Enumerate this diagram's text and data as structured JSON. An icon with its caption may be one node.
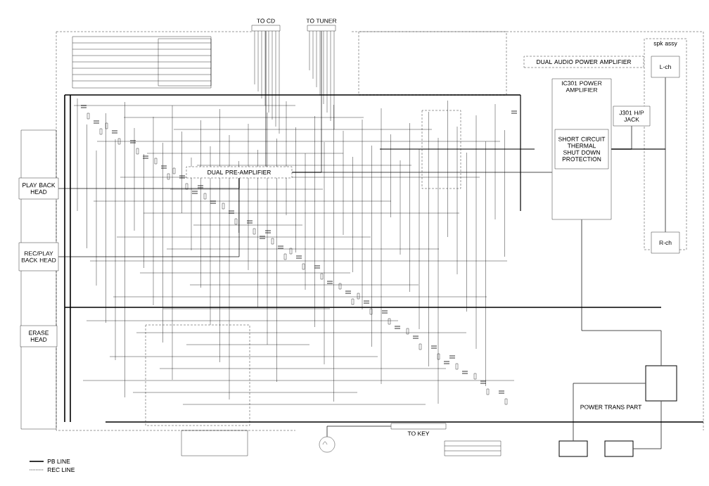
{
  "diagram": {
    "nodes": [
      {
        "text": [],
        "shape": "bar",
        "beside": [
          "TO CD"
        ]
      },
      {
        "text": [],
        "shape": "bar",
        "beside": [
          "TO TUNER"
        ]
      },
      {
        "text": [
          "DUAL PRE-AMPLIFIER"
        ]
      },
      {
        "text": [
          "DUAL AUDIO POWER AMPLIFIER"
        ]
      },
      {
        "text": [
          "IC301 POWER AMPLIFIER"
        ]
      },
      {
        "text": [
          "SHORT CIRCUIT THERMAL SHUT DOWN PROTECTION"
        ],
        "in": 4
      },
      {
        "text": [
          "spk assy"
        ]
      },
      {
        "text": [
          "L-ch"
        ],
        "in": 6
      },
      {
        "text": [
          "R-ch"
        ],
        "in": 6
      },
      {
        "text": [
          "J301 H/P JACK"
        ]
      },
      {
        "text": [
          "PLAY BACK HEAD"
        ]
      },
      {
        "text": [
          "REC/PLAY BACK HEAD"
        ]
      },
      {
        "text": [
          "ERASE HEAD"
        ]
      },
      {
        "text": [],
        "shape": "box",
        "beside": [
          "POWER TRANS PART"
        ]
      },
      {
        "text": [],
        "shape": "circle"
      },
      {
        "text": [],
        "shape": "bar",
        "beside": [
          "TO KEY"
        ]
      },
      {
        "text": [],
        "shape": "box"
      },
      {
        "text": [],
        "shape": "box"
      }
    ],
    "edges": [
      {
        "from": 0,
        "to": 2,
        "arrow": "none"
      },
      {
        "from": 1,
        "to": 2,
        "arrow": "none"
      },
      {
        "from": 2,
        "to": 4,
        "arrow": "none"
      },
      {
        "from": 4,
        "to": 9,
        "arrow": "none"
      },
      {
        "from": 4,
        "to": 7,
        "arrow": "none"
      },
      {
        "from": 4,
        "to": 8,
        "arrow": "none"
      },
      {
        "from": 10,
        "to": 2,
        "arrow": "none"
      },
      {
        "from": 11,
        "to": 2,
        "arrow": "none"
      },
      {
        "from": 13,
        "to": 4,
        "arrow": "none"
      },
      {
        "from": 14,
        "to": 15,
        "arrow": "none"
      },
      {
        "from": 16,
        "to": 13,
        "arrow": "none"
      },
      {
        "from": 17,
        "to": 13,
        "arrow": "none"
      }
    ],
    "legend": [
      {
        "text": "PB LINE"
      },
      {
        "text": "REC LINE"
      }
    ]
  }
}
